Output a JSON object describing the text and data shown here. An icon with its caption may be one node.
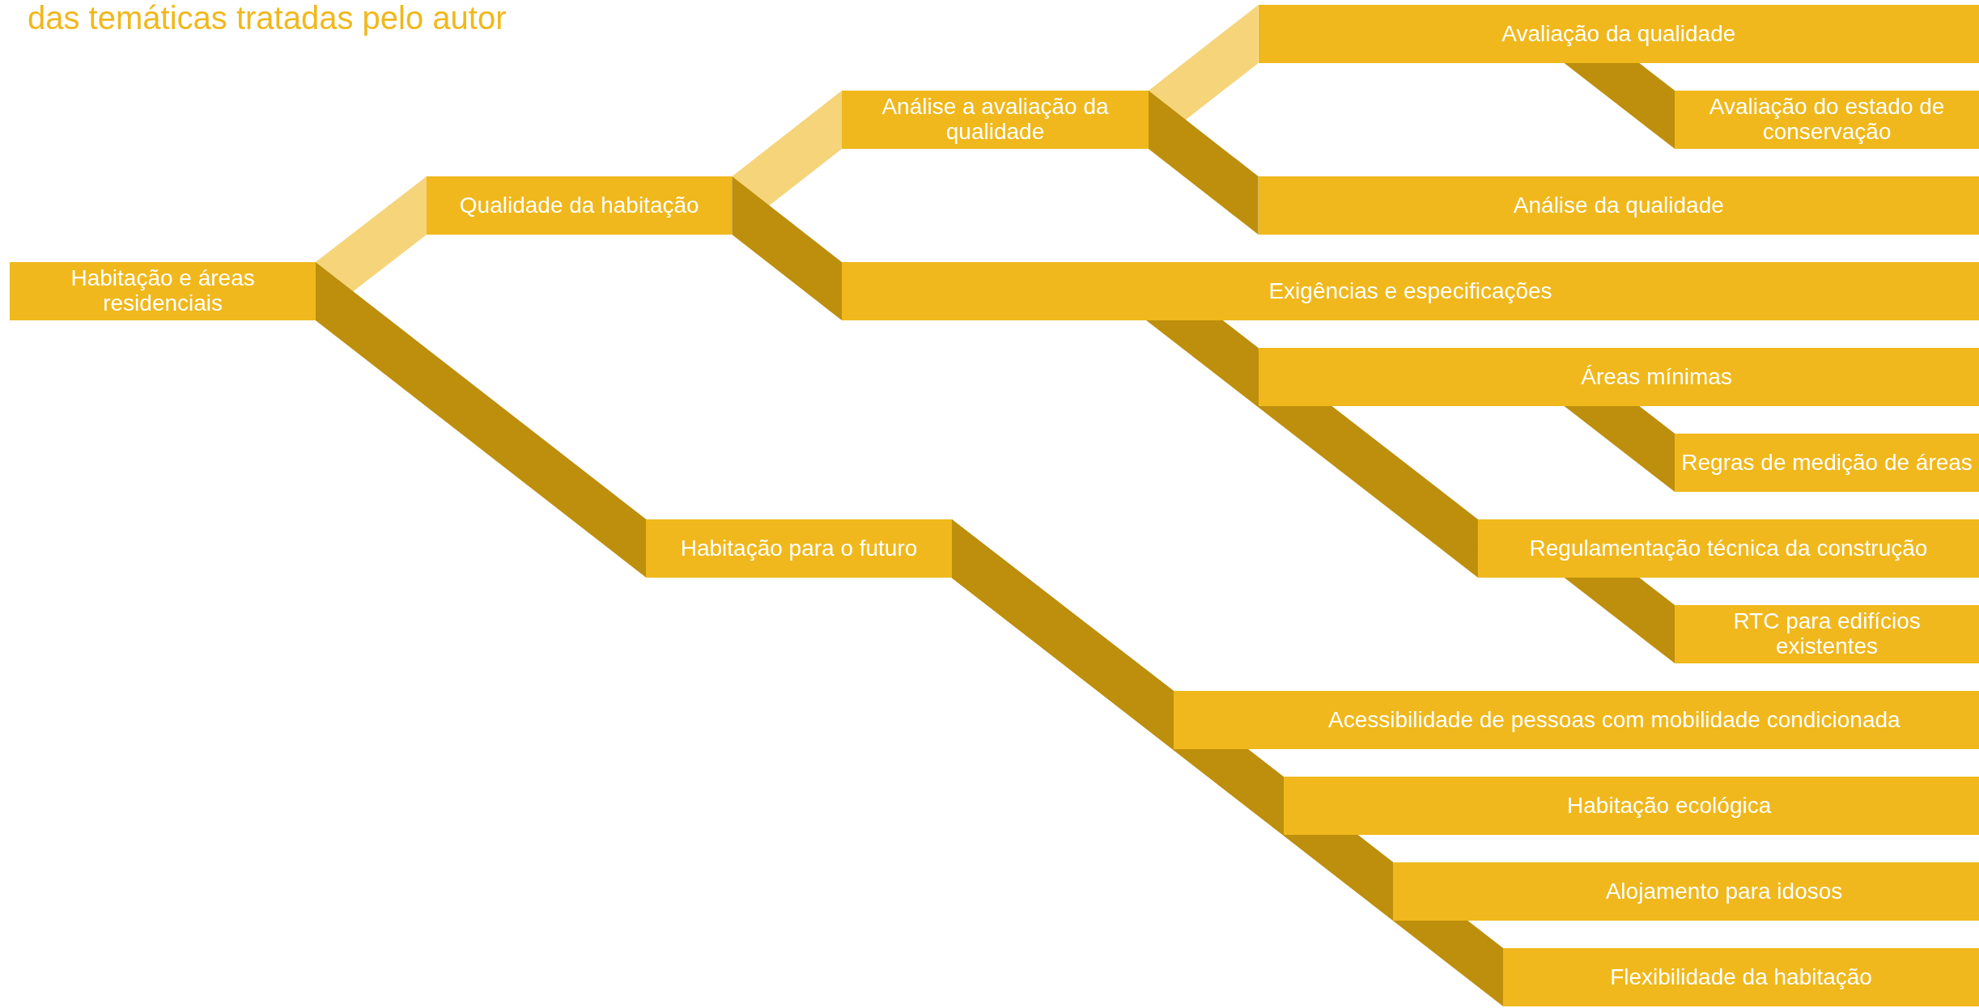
{
  "diagram": {
    "title": "das temáticas tratadas pelo autor",
    "nodes": [
      {
        "text": [
          "Habitação e áreas residenciais"
        ]
      },
      {
        "text": [
          "Qualidade da habitação"
        ]
      },
      {
        "text": [
          "Análise a avaliação da qualidade"
        ]
      },
      {
        "text": [
          "Avaliação da qualidade"
        ]
      },
      {
        "text": [
          "Avaliação do estado de conservação"
        ]
      },
      {
        "text": [
          "Análise da qualidade"
        ]
      },
      {
        "text": [
          "Exigências e especificações"
        ]
      },
      {
        "text": [
          "Áreas mínimas"
        ]
      },
      {
        "text": [
          "Regras de medição de áreas"
        ]
      },
      {
        "text": [
          "Regulamentação técnica da construção"
        ]
      },
      {
        "text": [
          "RTC para edifícios existentes"
        ]
      },
      {
        "text": [
          "Habitação para o futuro"
        ]
      },
      {
        "text": [
          "Acessibilidade de pessoas com mobilidade condicionada"
        ]
      },
      {
        "text": [
          "Habitação ecológica"
        ]
      },
      {
        "text": [
          "Alojamento para idosos"
        ]
      },
      {
        "text": [
          "Flexibilidade da habitação"
        ]
      }
    ],
    "edges": [
      {
        "from": 0,
        "to": 1,
        "arrow": "none",
        "color": "#f5d47a"
      },
      {
        "from": 1,
        "to": 2,
        "arrow": "none",
        "color": "#f5d47a"
      },
      {
        "from": 2,
        "to": 3,
        "arrow": "none",
        "color": "#f5d47a"
      },
      {
        "from": 0,
        "to": 11,
        "arrow": "none"
      },
      {
        "from": 1,
        "to": 6,
        "arrow": "none"
      },
      {
        "from": 2,
        "to": 5,
        "arrow": "none"
      },
      {
        "from": 3,
        "to": 4,
        "arrow": "none"
      },
      {
        "from": 6,
        "to": 7,
        "arrow": "none"
      },
      {
        "from": 6,
        "to": 9,
        "arrow": "none"
      },
      {
        "from": 7,
        "to": 8,
        "arrow": "none"
      },
      {
        "from": 9,
        "to": 10,
        "arrow": "none"
      },
      {
        "from": 11,
        "to": 12,
        "arrow": "none"
      },
      {
        "from": 11,
        "to": 13,
        "arrow": "none"
      },
      {
        "from": 11,
        "to": 14,
        "arrow": "none"
      },
      {
        "from": 11,
        "to": 15,
        "arrow": "none"
      }
    ]
  }
}
